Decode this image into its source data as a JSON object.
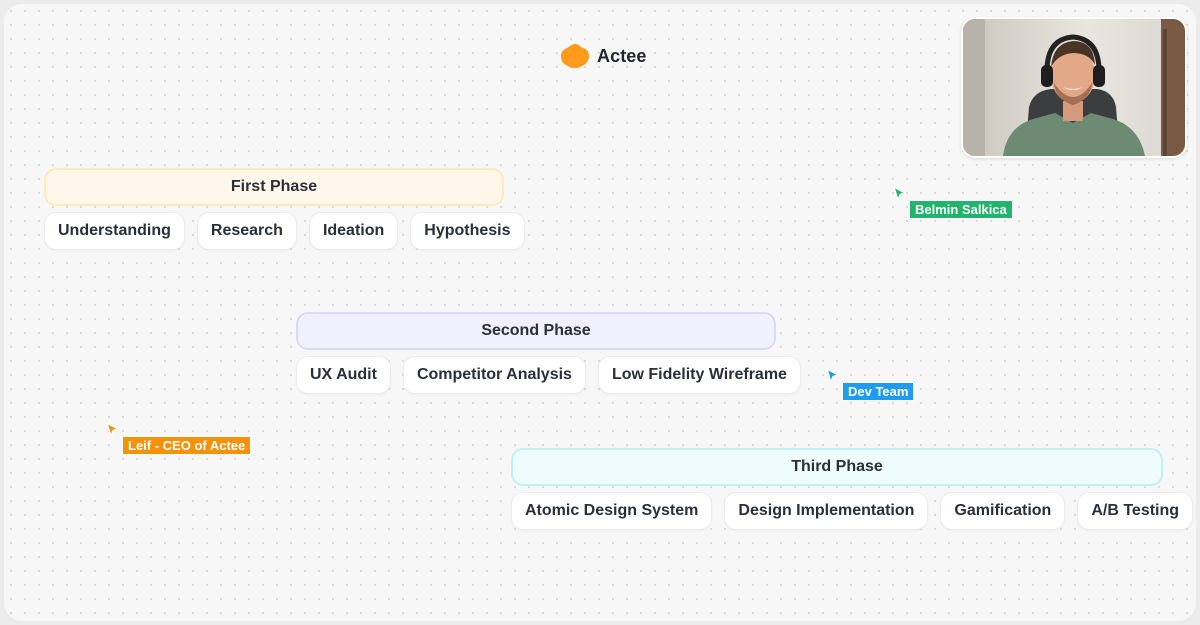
{
  "app": {
    "brand_name": "Actee",
    "brand_icon": "blob-logo-icon",
    "brand_color": "#ff9a1a"
  },
  "video_call": {
    "participant_icon": "webcam-participant-video"
  },
  "phases": [
    {
      "title": "First Phase",
      "color": "#fff8ea",
      "items": [
        "Understanding",
        "Research",
        "Ideation",
        "Hypothesis"
      ]
    },
    {
      "title": "Second Phase",
      "color": "#f1f0ff",
      "items": [
        "UX Audit",
        "Competitor Analysis",
        "Low Fidelity Wireframe"
      ]
    },
    {
      "title": "Third Phase",
      "color": "#eefcfe",
      "items": [
        "Atomic Design System",
        "Design Implementation",
        "Gamification",
        "A/B Testing"
      ]
    }
  ],
  "cursors": [
    {
      "label": "Belmin Salkica",
      "color": "#1fb56a"
    },
    {
      "label": "Dev Team",
      "color": "#1e9df0"
    },
    {
      "label": "Leif - CEO of Actee",
      "color": "#f5920a"
    }
  ]
}
